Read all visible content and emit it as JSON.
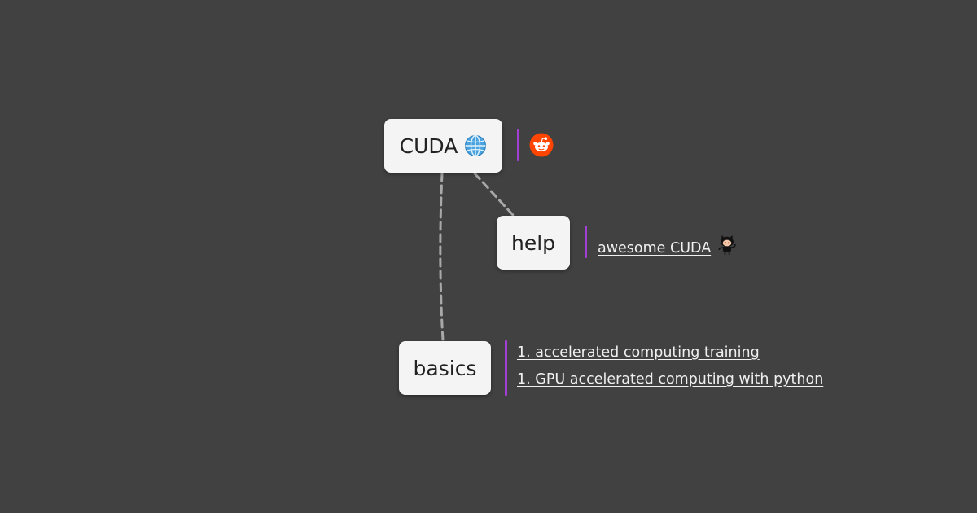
{
  "nodes": {
    "root": {
      "label": "CUDA",
      "icon": "globe-icon"
    },
    "help": {
      "label": "help"
    },
    "basics": {
      "label": "basics"
    }
  },
  "root_links": {
    "icons": [
      "reddit-icon"
    ]
  },
  "help_links": {
    "items": [
      {
        "label": "awesome CUDA",
        "icon": "github-icon"
      }
    ]
  },
  "basics_links": {
    "items": [
      {
        "label": "1. accelerated computing training"
      },
      {
        "label": "1. GPU accelerated computing with python"
      }
    ]
  },
  "colors": {
    "background": "#414141",
    "node_fill": "#f4f4f4",
    "accent_bar": "#a43fd6",
    "edge": "#a8a8a8",
    "link_text": "#f0f0f0"
  }
}
